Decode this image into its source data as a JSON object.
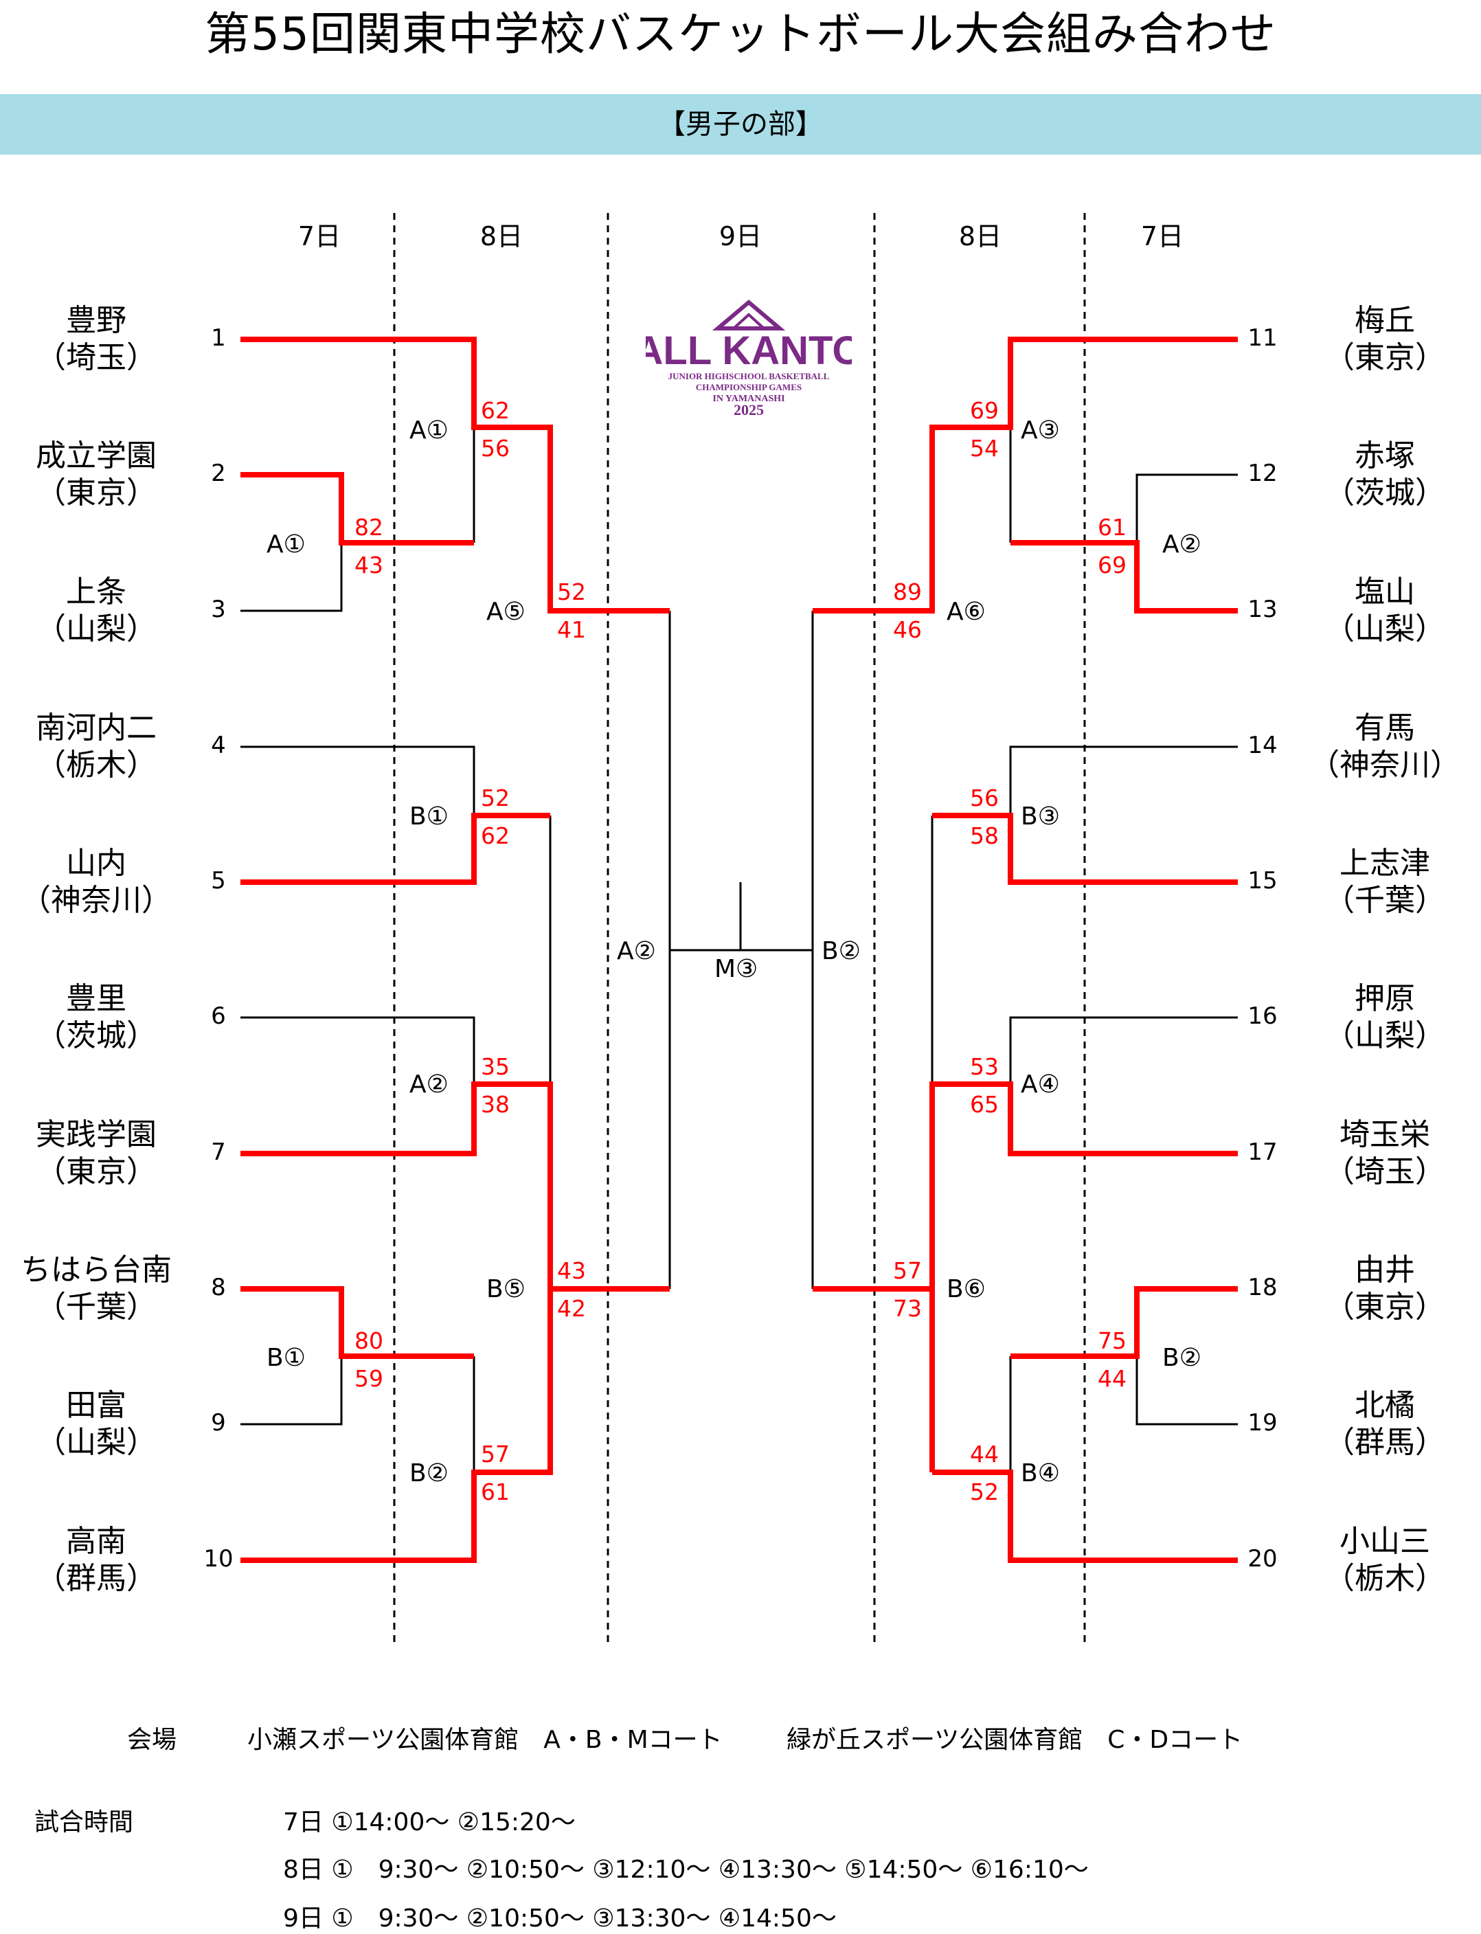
{
  "title": "第55回関東中学校バスケットボール大会組み合わせ",
  "section": "【男子の部】",
  "days": [
    "7日",
    "8日",
    "9日",
    "8日",
    "7日"
  ],
  "logo": {
    "main": "ALL KANTO",
    "line1": "JUNIOR HIGHSCHOOL BASKETBALL",
    "line2": "CHAMPIONSHIP GAMES",
    "line3": "IN YAMANASHI",
    "year": "2025",
    "color": "#7b2a86"
  },
  "teams_left": [
    {
      "no": "1",
      "name": "豊野",
      "pref": "（埼玉）"
    },
    {
      "no": "2",
      "name": "成立学園",
      "pref": "（東京）"
    },
    {
      "no": "3",
      "name": "上条",
      "pref": "（山梨）"
    },
    {
      "no": "4",
      "name": "南河内二",
      "pref": "（栃木）"
    },
    {
      "no": "5",
      "name": "山内",
      "pref": "（神奈川）"
    },
    {
      "no": "6",
      "name": "豊里",
      "pref": "（茨城）"
    },
    {
      "no": "7",
      "name": "実践学園",
      "pref": "（東京）"
    },
    {
      "no": "8",
      "name": "ちはら台南",
      "pref": "（千葉）"
    },
    {
      "no": "9",
      "name": "田富",
      "pref": "（山梨）"
    },
    {
      "no": "10",
      "name": "高南",
      "pref": "（群馬）"
    }
  ],
  "teams_right": [
    {
      "no": "11",
      "name": "梅丘",
      "pref": "（東京）"
    },
    {
      "no": "12",
      "name": "赤塚",
      "pref": "（茨城）"
    },
    {
      "no": "13",
      "name": "塩山",
      "pref": "（山梨）"
    },
    {
      "no": "14",
      "name": "有馬",
      "pref": "（神奈川）"
    },
    {
      "no": "15",
      "name": "上志津",
      "pref": "（千葉）"
    },
    {
      "no": "16",
      "name": "押原",
      "pref": "（山梨）"
    },
    {
      "no": "17",
      "name": "埼玉栄",
      "pref": "（埼玉）"
    },
    {
      "no": "18",
      "name": "由井",
      "pref": "（東京）"
    },
    {
      "no": "19",
      "name": "北橘",
      "pref": "（群馬）"
    },
    {
      "no": "20",
      "name": "小山三",
      "pref": "（栃木）"
    }
  ],
  "matches": [
    {
      "label": "A①",
      "top": "82",
      "bottom": "43"
    },
    {
      "label": "B①",
      "top": "80",
      "bottom": "59"
    },
    {
      "label": "A①",
      "top": "62",
      "bottom": "56"
    },
    {
      "label": "B①",
      "top": "52",
      "bottom": "62"
    },
    {
      "label": "A②",
      "top": "35",
      "bottom": "38"
    },
    {
      "label": "B②",
      "top": "57",
      "bottom": "61"
    },
    {
      "label": "A⑤",
      "top": "52",
      "bottom": "41"
    },
    {
      "label": "B⑤",
      "top": "43",
      "bottom": "42"
    },
    {
      "label": "A②",
      "top": "",
      "bottom": ""
    },
    {
      "label": "M③",
      "top": "",
      "bottom": ""
    },
    {
      "label": "B②",
      "top": "",
      "bottom": ""
    },
    {
      "label": "A⑥",
      "top": "89",
      "bottom": "46"
    },
    {
      "label": "B⑥",
      "top": "57",
      "bottom": "73"
    },
    {
      "label": "A③",
      "top": "69",
      "bottom": "54"
    },
    {
      "label": "B③",
      "top": "56",
      "bottom": "58"
    },
    {
      "label": "A④",
      "top": "53",
      "bottom": "65"
    },
    {
      "label": "B④",
      "top": "44",
      "bottom": "52"
    },
    {
      "label": "A②",
      "top": "61",
      "bottom": "69"
    },
    {
      "label": "B②",
      "top": "75",
      "bottom": "44"
    }
  ],
  "info": {
    "venue_label": "会場",
    "venue1": "小瀬スポーツ公園体育館　A・B・Mコート",
    "venue2": "緑が丘スポーツ公園体育館　C・Dコート",
    "time_label": "試合時間",
    "time_rows": [
      "7日 ①14:00～ ②15:20～",
      "8日 ①　9:30～ ②10:50～ ③12:10～ ④13:30～ ⑤14:50～ ⑥16:10～",
      "9日 ①　9:30～ ②10:50～ ③13:30～ ④14:50～"
    ]
  },
  "colors": {
    "winner": "#ff0000",
    "line": "#000000",
    "banner": "#a8dde8"
  }
}
